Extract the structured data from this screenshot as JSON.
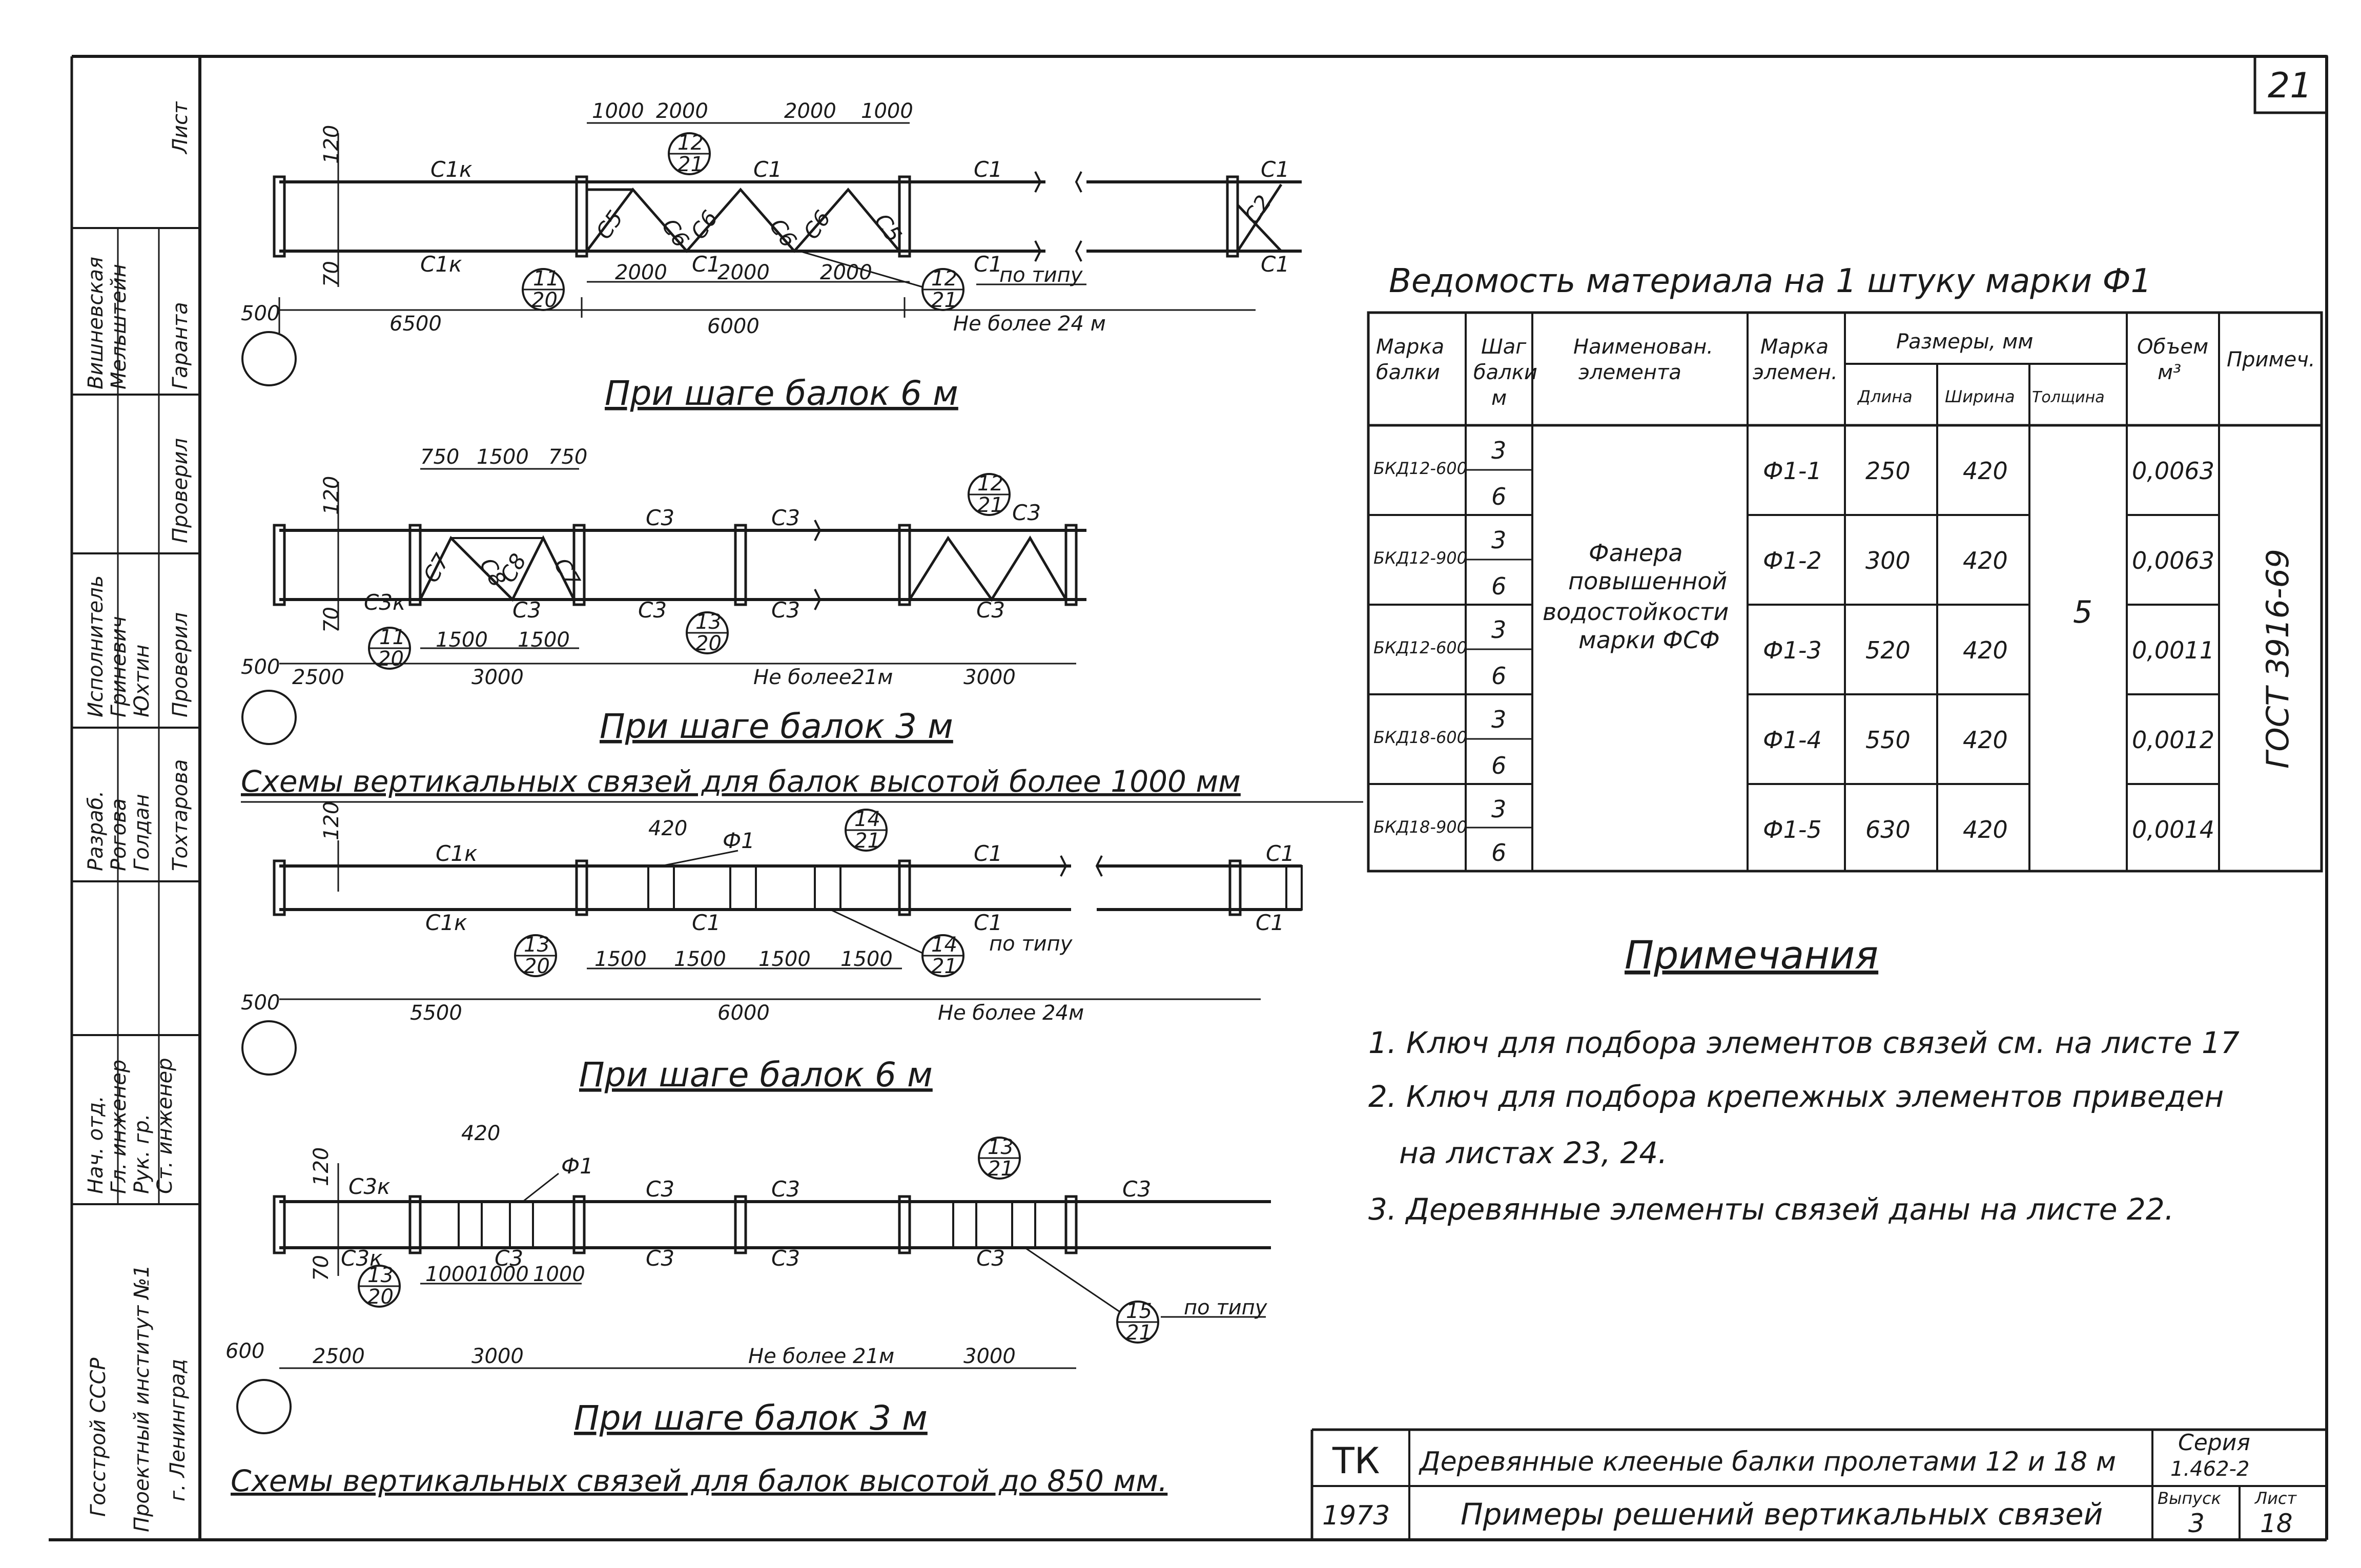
{
  "sheet": {
    "number": "21"
  },
  "diagrams": {
    "a": {
      "caption": "При шаге балок 6 м",
      "top_dims": [
        "1000",
        "2000",
        "2000",
        "1000"
      ],
      "bottom_dims": [
        "2000",
        "2000",
        "2000"
      ],
      "overall_dims": [
        "6500",
        "6000",
        "Не более 24 м"
      ],
      "labels": {
        "c1k_top": "С1к",
        "c1k_bot": "С1к",
        "c1_top": "С1",
        "c1_top2": "С1",
        "c1_right_top": "С1",
        "c1_bot": "С1",
        "c1_bot2": "С1",
        "c1_right_bot": "С1",
        "c5a": "С5",
        "c6a": "С6",
        "c6b": "С6",
        "c6c": "С6",
        "c6d": "С6",
        "c5b": "С5",
        "c2": "С2",
        "po_tipu": "по типу"
      },
      "h_top": "120",
      "h_bot": "70",
      "left": "500",
      "callouts": [
        {
          "num": "12",
          "den": "21"
        },
        {
          "num": "11",
          "den": "20"
        },
        {
          "num": "12",
          "den": "21"
        }
      ]
    },
    "b": {
      "caption": "При шаге балок 3 м",
      "top_dims": [
        "750",
        "1500",
        "750"
      ],
      "bottom_dims": [
        "1500",
        "1500"
      ],
      "overall_dims": [
        "2500",
        "3000",
        "Не более21м",
        "3000"
      ],
      "labels": {
        "c7a": "С7",
        "c8a": "С8",
        "c8b": "С8",
        "c7b": "С7",
        "c3_top1": "С3",
        "c3_top2": "С3",
        "c3_top3": "С3",
        "c3k": "С3к",
        "c3_bot1": "С3",
        "c3_bot2": "С3",
        "c3_bot3": "С3",
        "c3_bot4": "С3"
      },
      "h_top": "120",
      "h_bot": "70",
      "left": "500",
      "callouts": [
        {
          "num": "12",
          "den": "21"
        },
        {
          "num": "11",
          "den": "20"
        },
        {
          "num": "13",
          "den": "20"
        }
      ]
    },
    "group1_title": "Схемы вертикальных связей для балок высотой более 1000 мм",
    "c": {
      "caption": "При шаге балок 6 м",
      "top_dims": [
        "420"
      ],
      "bottom_dims": [
        "1500",
        "1500",
        "1500",
        "1500"
      ],
      "overall_dims": [
        "5500",
        "6000",
        "Не более 24м"
      ],
      "labels": {
        "f1": "Ф1",
        "c1k_top": "С1к",
        "c1k_bot": "С1к",
        "c1_top": "С1",
        "c1_top_r": "С1",
        "c1_bot": "С1",
        "c1_bot2": "С1",
        "c1_right_bot": "С1",
        "po_tipu": "по типу"
      },
      "h_top": "120",
      "left": "500",
      "callouts": [
        {
          "num": "14",
          "den": "21"
        },
        {
          "num": "13",
          "den": "20"
        },
        {
          "num": "14",
          "den": "21"
        }
      ]
    },
    "d": {
      "caption": "При шаге балок 3 м",
      "top_dims": [
        "420"
      ],
      "bottom_dims": [
        "1000",
        "1000",
        "1000"
      ],
      "overall_dims": [
        "2500",
        "3000",
        "Не более 21м",
        "3000"
      ],
      "labels": {
        "f1": "Ф1",
        "c3k_top": "С3к",
        "c3k_bot": "С3к",
        "c3_top1": "С3",
        "c3_top2": "С3",
        "c3_top3": "С3",
        "c3_bot1": "С3",
        "c3_bot2": "С3",
        "c3_bot3": "С3",
        "c3_bot4": "С3",
        "po_tipu": "по типу"
      },
      "h_top": "120",
      "h_bot": "70",
      "left": "600",
      "callouts": [
        {
          "num": "13",
          "den": "21"
        },
        {
          "num": "13",
          "den": "20"
        },
        {
          "num": "15",
          "den": "21"
        }
      ]
    },
    "group2_title": "Схемы вертикальных связей для балок высотой до 850 мм."
  },
  "materials": {
    "title": "Ведомость материала на 1 штуку марки Ф1",
    "headers": {
      "col1": [
        "Марка",
        "балки"
      ],
      "col2": [
        "Шаг",
        "балки",
        "м"
      ],
      "col3": [
        "Наименован.",
        "элемента"
      ],
      "col4": [
        "Марка",
        "элемен."
      ],
      "group": "Размеры, мм",
      "len": "Длина",
      "wid": "Ширина",
      "thk": "Толщина",
      "vol": [
        "Объем",
        "м³"
      ],
      "note": "Примеч."
    },
    "rows": [
      {
        "mark": "БКД12-600",
        "steps": [
          "3",
          "6"
        ],
        "elem": "Ф1-1",
        "len": "250",
        "wid": "420",
        "vol": "0,0063"
      },
      {
        "mark": "БКД12-900",
        "steps": [
          "3",
          "6"
        ],
        "elem": "Ф1-2",
        "len": "300",
        "wid": "420",
        "vol": "0,0063"
      },
      {
        "mark": "БКД12-600",
        "steps": [
          "3",
          "6"
        ],
        "elem": "Ф1-3",
        "len": "520",
        "wid": "420",
        "vol": "0,0011"
      },
      {
        "mark": "БКД18-600",
        "steps": [
          "3",
          "6"
        ],
        "elem": "Ф1-4",
        "len": "550",
        "wid": "420",
        "vol": "0,0012"
      },
      {
        "mark": "БКД18-900",
        "steps": [
          "3",
          "6"
        ],
        "elem": "Ф1-5",
        "len": "630",
        "wid": "420",
        "vol": "0,0014"
      }
    ],
    "material": [
      "Фанера",
      "повышенной",
      "водостойкости",
      "марки ФСФ"
    ],
    "thickness": "5",
    "gost": "ГОСТ 3916-69"
  },
  "notes": {
    "title": "Примечания",
    "items": [
      "1. Ключ для подбора элементов связей см. на листе 17",
      "2. Ключ для подбора крепежных элементов приведен",
      "на листах 23, 24.",
      "3. Деревянные элементы связей даны на листе 22."
    ]
  },
  "stamp": {
    "code": "ТК",
    "year": "1973",
    "title1": "Деревянные клееные балки пролетами 12 и 18 м",
    "title2": "Примеры решений вертикальных связей",
    "series_label": "Серия",
    "series": "1.462-2",
    "issue_label": "Выпуск",
    "issue": "3",
    "sheet_label": "Лист",
    "sheet": "18"
  },
  "side_block": {
    "org": [
      "Госстрой СССР",
      "Проектный институт №1",
      "г. Ленинград"
    ],
    "roles": [
      "Нач. отд.",
      "Гл. инженер",
      "Рук. гр.",
      "Ст. инженер",
      "Разраб.",
      "Проверил",
      "Исполнитель",
      "Проверил"
    ],
    "names": [
      "Вишневская",
      "Мельштейн",
      "Голдан",
      "Рогова",
      "Гриневич",
      "Юхтин",
      "Тохтарова",
      "Гаранта"
    ],
    "stamp_text": "Лист"
  }
}
